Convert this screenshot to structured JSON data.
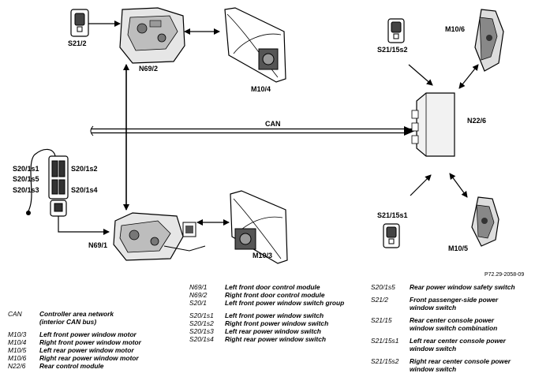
{
  "diagram": {
    "labels": {
      "s21_2": "S21/2",
      "n69_2": "N69/2",
      "m10_4": "M10/4",
      "s21_15s2": "S21/15s2",
      "m10_6": "M10/6",
      "can": "CAN",
      "n22_6": "N22/6",
      "s20_1s1": "S20/1s1",
      "s20_1s2": "S20/1s2",
      "s20_1s5": "S20/1s5",
      "s20_1s3": "S20/1s3",
      "s20_1s4": "S20/1s4",
      "n69_1": "N69/1",
      "m10_3": "M10/3",
      "s21_15s1": "S21/15s1",
      "m10_5": "M10/5",
      "ref": "P72.29-2058-09"
    }
  },
  "legend": {
    "col1": [
      {
        "code": "CAN",
        "desc": "Controller area network (interior CAN bus)"
      },
      {
        "code": "M10/3",
        "desc": "Left front power window motor"
      },
      {
        "code": "M10/4",
        "desc": "Right front power window motor"
      },
      {
        "code": "M10/5",
        "desc": "Left rear power window motor"
      },
      {
        "code": "M10/6",
        "desc": "Right rear power window motor"
      },
      {
        "code": "N22/6",
        "desc": "Rear control module"
      }
    ],
    "col2": [
      {
        "code": "N69/1",
        "desc": "Left front door control module"
      },
      {
        "code": "N69/2",
        "desc": "Right front door control module"
      },
      {
        "code": "S20/1",
        "desc": "Left front power window switch group"
      },
      {
        "code": "S20/1s1",
        "desc": "Left front power window switch"
      },
      {
        "code": "S20/1s2",
        "desc": "Right front power window switch"
      },
      {
        "code": "S20/1s3",
        "desc": "Left rear power window switch"
      },
      {
        "code": "S20/1s4",
        "desc": "Right rear power window switch"
      }
    ],
    "col3": [
      {
        "code": "S20/1s5",
        "desc": "Rear power window safety switch"
      },
      {
        "code": "S21/2",
        "desc": "Front passenger-side power window switch"
      },
      {
        "code": "S21/15",
        "desc": "Rear center console power window switch combination"
      },
      {
        "code": "S21/15s1",
        "desc": "Left rear center console power window switch"
      },
      {
        "code": "S21/15s2",
        "desc": "Right rear center console power window switch"
      }
    ]
  }
}
